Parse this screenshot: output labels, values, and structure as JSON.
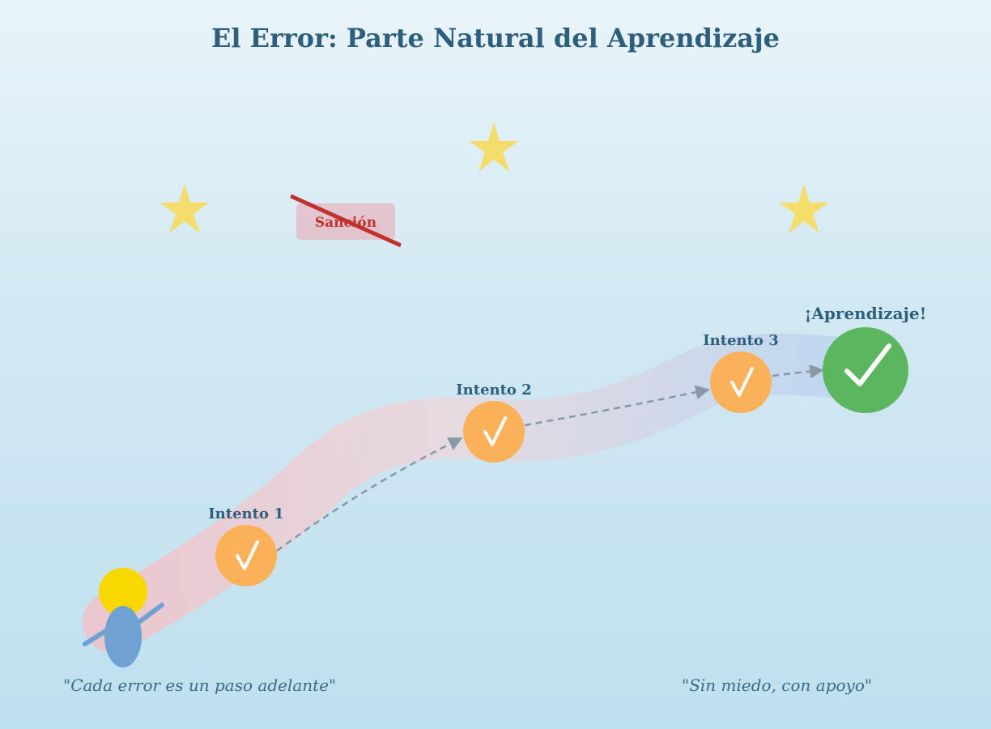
{
  "title": "El Error: Parte Natural del Aprendizaje",
  "sanction": {
    "label": "Sanción",
    "crossed_out": true,
    "color": "#c0312f"
  },
  "steps": [
    {
      "label": "Intento 1",
      "icon": "check-icon"
    },
    {
      "label": "Intento 2",
      "icon": "check-icon"
    },
    {
      "label": "Intento 3",
      "icon": "check-icon"
    }
  ],
  "goal": {
    "label": "¡Aprendizaje!",
    "icon": "check-icon"
  },
  "quotes": {
    "left": "\"Cada error es un paso adelante\"",
    "right": "\"Sin miedo, con apoyo\""
  },
  "colors": {
    "title": "#2d5f7c",
    "step_circle": "#fbb15a",
    "goal_circle": "#5cb65f",
    "star": "#f5dd6b",
    "path_start": "#f1c2c9",
    "path_end": "#b9d4f2",
    "arrow": "#8799a6",
    "person_head": "#f9d800",
    "person_body": "#6fa2d2"
  }
}
